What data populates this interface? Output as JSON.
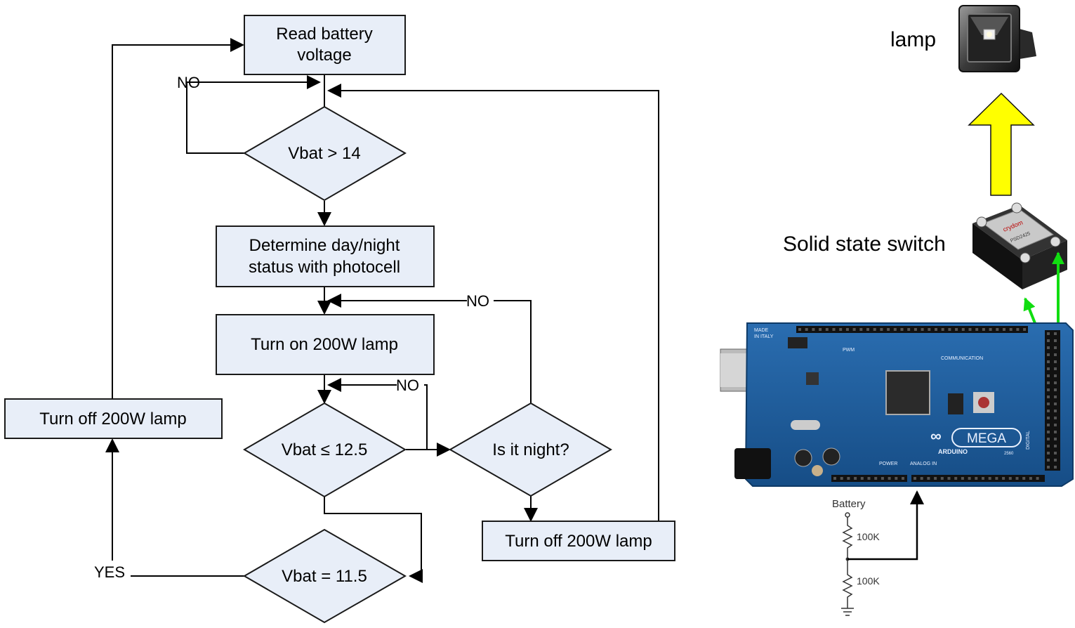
{
  "flowchart": {
    "read_voltage": [
      "Read battery",
      "voltage"
    ],
    "check_high": "Vbat > 14",
    "determine_status": [
      "Determine day/night",
      "status with photocell"
    ],
    "turn_on": "Turn on 200W lamp",
    "check_low": "Vbat ≤ 12.5",
    "is_night": "Is it night?",
    "turn_off_right": "Turn off 200W lamp",
    "check_critical": "Vbat = 11.5",
    "turn_off_left": "Turn off 200W lamp",
    "no_label_1": "NO",
    "no_label_2": "NO",
    "no_label_3": "NO",
    "yes_label": "YES"
  },
  "hardware": {
    "lamp_label": "lamp",
    "switch_label": "Solid state switch",
    "battery_label": "Battery",
    "resistor_top": "100K",
    "resistor_bottom": "100K",
    "board_logo": "ARDUINO",
    "board_model": "MEGA",
    "board_number": "2560",
    "made_in": [
      "MADE",
      "IN ITALY"
    ],
    "silk_power": "POWER",
    "silk_analog": "ANALOG IN",
    "silk_comm": "COMMUNICATION",
    "silk_pwm": "PWM",
    "silk_digital": "DIGITAL",
    "relay_brand": "crydom",
    "relay_model": "PSD2425"
  },
  "colors": {
    "box_fill": "#e8eef8",
    "board_blue": "#1f5f9e",
    "arrow_yellow": "#ffff00",
    "signal_green": "#11dd11"
  }
}
